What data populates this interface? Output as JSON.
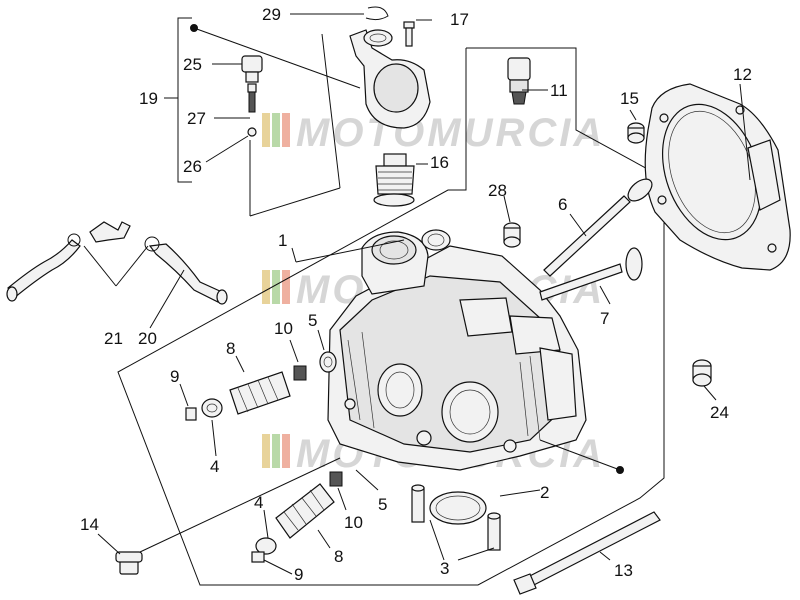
{
  "watermark": {
    "text": "MOTOMURCIA"
  },
  "callouts": {
    "c1": "1",
    "c2": "2",
    "c3": "3",
    "c4a": "4",
    "c4b": "4",
    "c5a": "5",
    "c5b": "5",
    "c6": "6",
    "c7": "7",
    "c8a": "8",
    "c8b": "8",
    "c9a": "9",
    "c9b": "9",
    "c10a": "10",
    "c10b": "10",
    "c11": "11",
    "c12": "12",
    "c13": "13",
    "c14": "14",
    "c15": "15",
    "c16": "16",
    "c17": "17",
    "c19": "19",
    "c20": "20",
    "c21": "21",
    "c24": "24",
    "c25": "25",
    "c26": "26",
    "c27": "27",
    "c28": "28",
    "c29": "29"
  },
  "colors": {
    "stroke": "#111111",
    "fill": "#f2f2f2",
    "watermark": "#d6d6d6"
  }
}
